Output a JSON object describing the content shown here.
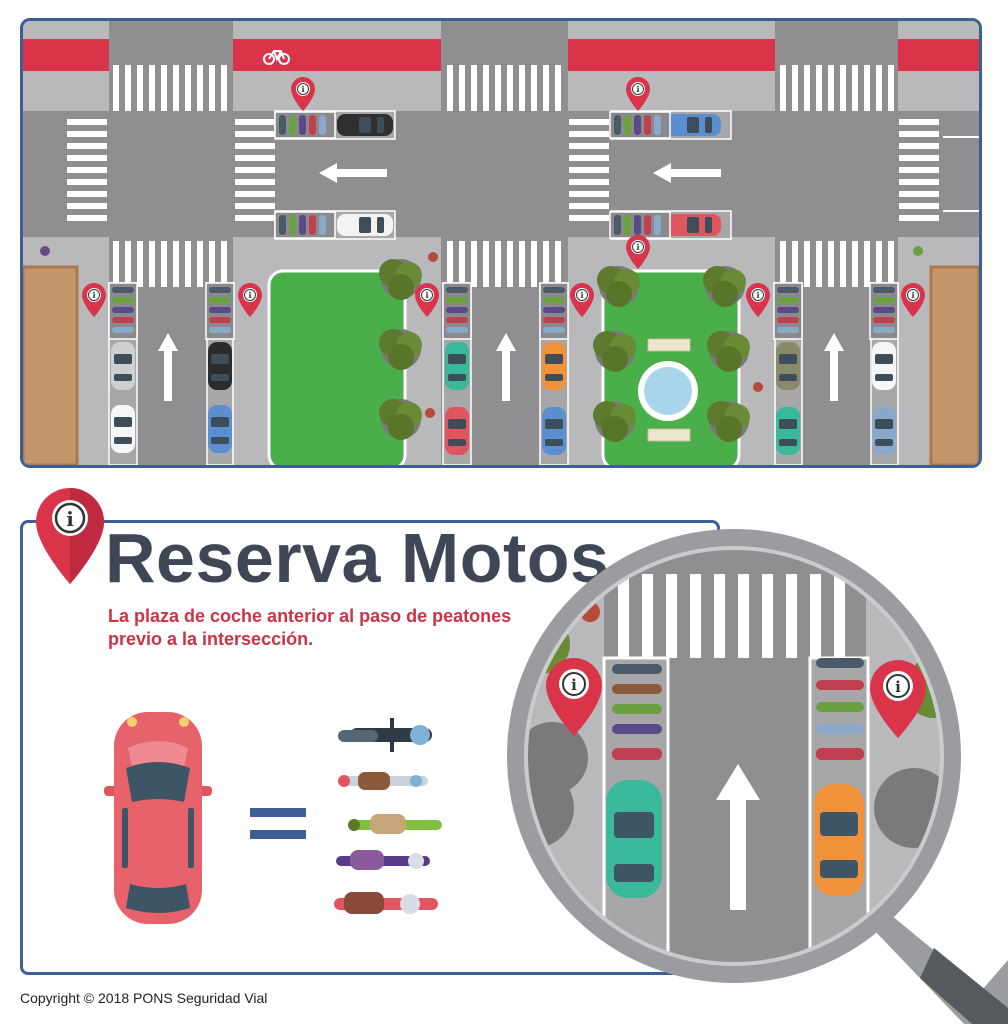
{
  "info": {
    "title": "Reserva Motos",
    "subtitle": "La plaza de coche anterior al paso de peatones previo a la intersección."
  },
  "footer": {
    "copyright": "Copyright © 2018 PONS Seguridad Vial"
  },
  "icons": {
    "pin": "info-location-pin-icon",
    "bike": "bicycle-icon",
    "arrow": "direction-arrow-icon",
    "magnifier": "magnifying-glass-icon"
  },
  "colors": {
    "frame": "#3e5f93",
    "title": "#3f4756",
    "accent_red": "#d9344a",
    "subtitle_red": "#cc3344",
    "road": "#8f8f91",
    "sidewalk": "#b9b9bb",
    "park_green": "#4aae4a",
    "building": "#c4956a"
  }
}
